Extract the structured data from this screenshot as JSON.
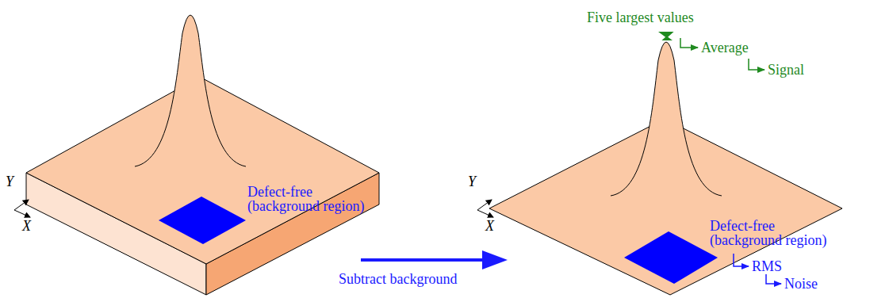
{
  "diagram": {
    "labels": [
      "Y",
      "X",
      "Defect-free (background region)",
      "Subtract background",
      "Y",
      "X",
      "Defect-free (background region)",
      "RMS",
      "Noise",
      "Five largest values",
      "Average",
      "Signal"
    ]
  }
}
